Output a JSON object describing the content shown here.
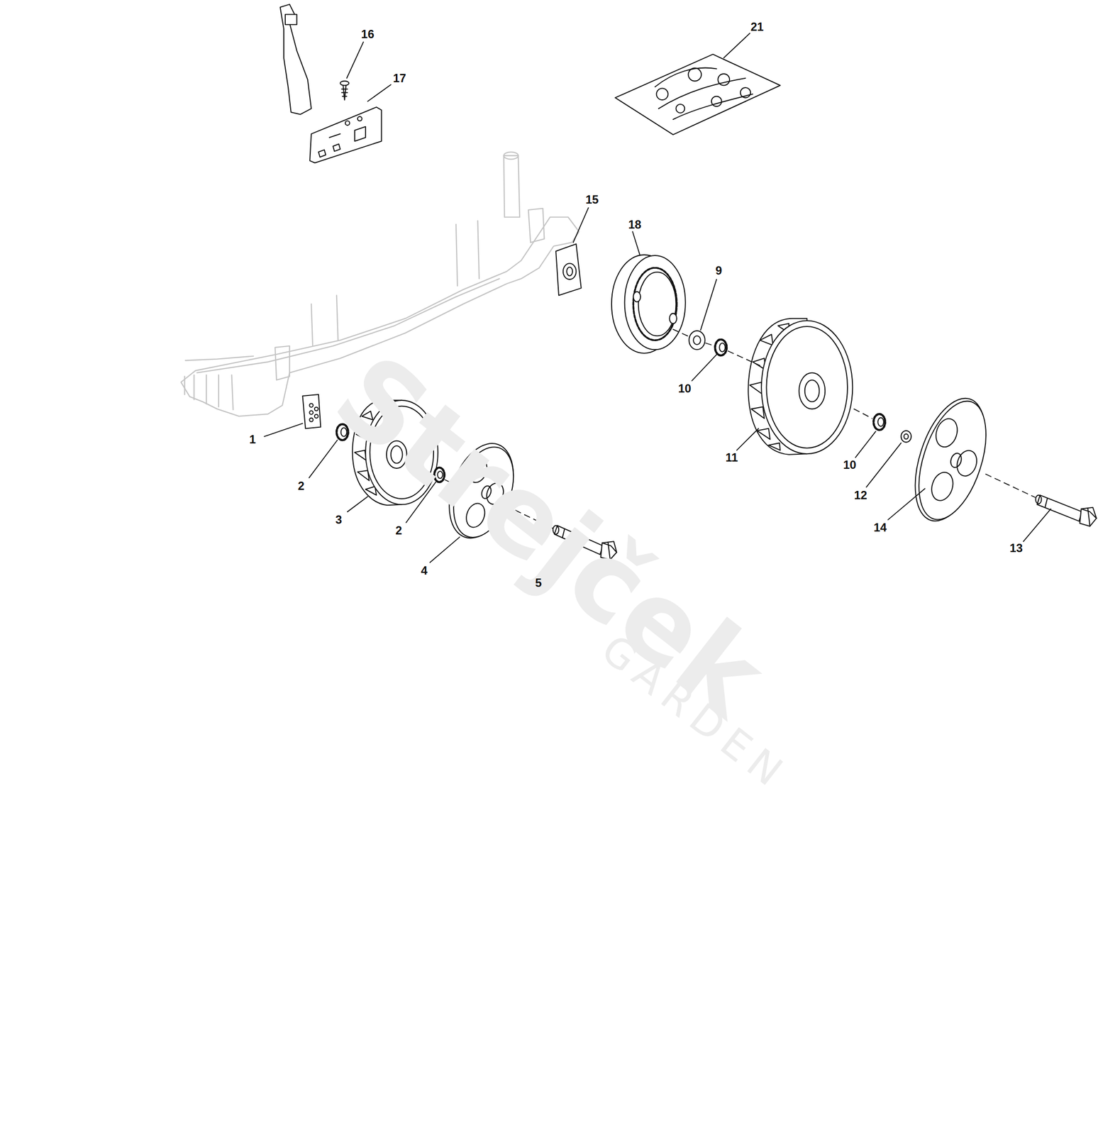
{
  "diagram": {
    "labels": [
      "16",
      "17",
      "21",
      "15",
      "18",
      "9",
      "10",
      "11",
      "10",
      "12",
      "14",
      "13",
      "1",
      "2",
      "3",
      "2",
      "4",
      "5",
      "Strejček",
      "GARDEN"
    ]
  }
}
